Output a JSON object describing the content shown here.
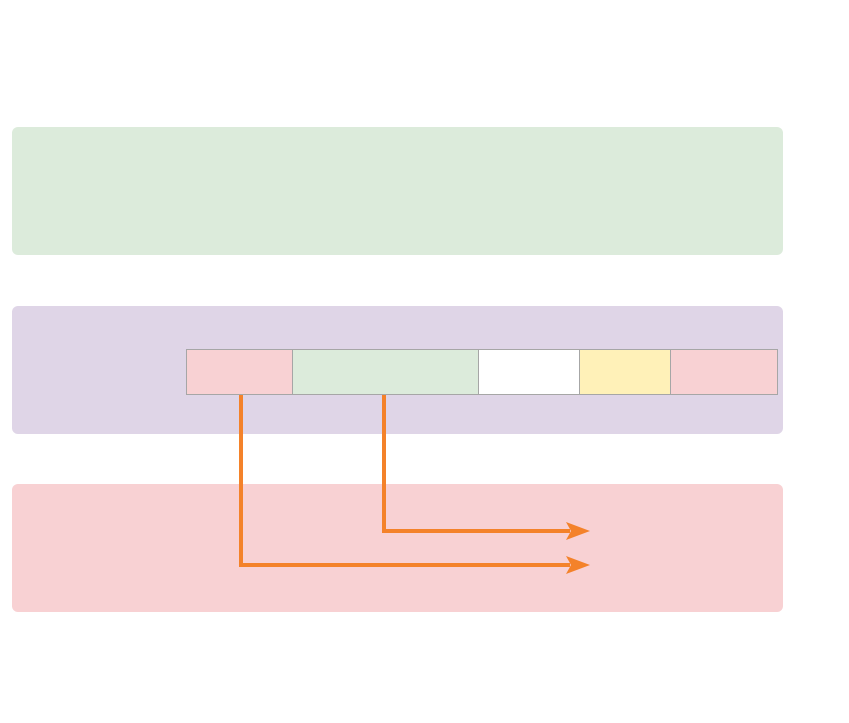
{
  "diagram": {
    "bands": [
      {
        "id": "top",
        "color": "#dcebdb"
      },
      {
        "id": "middle",
        "color": "#dfd5e7"
      },
      {
        "id": "bottom",
        "color": "#f8d1d3"
      }
    ],
    "segments": [
      {
        "id": "seg-1",
        "color": "#f8d1d3",
        "share": 106
      },
      {
        "id": "seg-2",
        "color": "#dcebdb",
        "share": 187
      },
      {
        "id": "seg-3",
        "color": "#ffffff",
        "share": 101
      },
      {
        "id": "seg-4",
        "color": "#fff1b8",
        "share": 91
      },
      {
        "id": "seg-5",
        "color": "#f8d1d3",
        "share": 107
      }
    ],
    "connectors": [
      {
        "from": "seg-2",
        "to": "bottom-band"
      },
      {
        "from": "seg-1",
        "to": "bottom-band"
      }
    ],
    "arrow_color": "#f4822a"
  }
}
